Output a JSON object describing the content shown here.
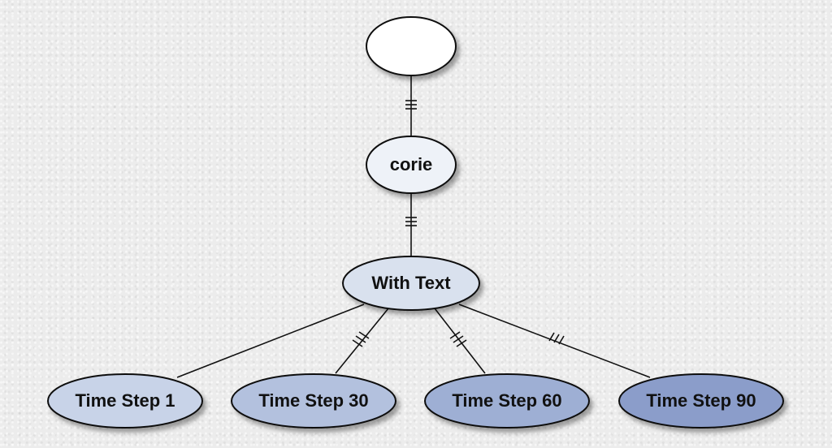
{
  "tree": {
    "root": {
      "label": "",
      "fill": "#ffffff"
    },
    "corie": {
      "label": "corie",
      "fill": "#eef2f8"
    },
    "with_text": {
      "label": "With Text",
      "fill": "#d9e1ee"
    },
    "time_steps": [
      {
        "label": "Time Step 1",
        "fill": "#c8d3e8"
      },
      {
        "label": "Time Step 30",
        "fill": "#b3c1de"
      },
      {
        "label": "Time Step 60",
        "fill": "#9eafd4"
      },
      {
        "label": "Time Step 90",
        "fill": "#8b9dca"
      }
    ]
  },
  "edge_color": "#111111"
}
